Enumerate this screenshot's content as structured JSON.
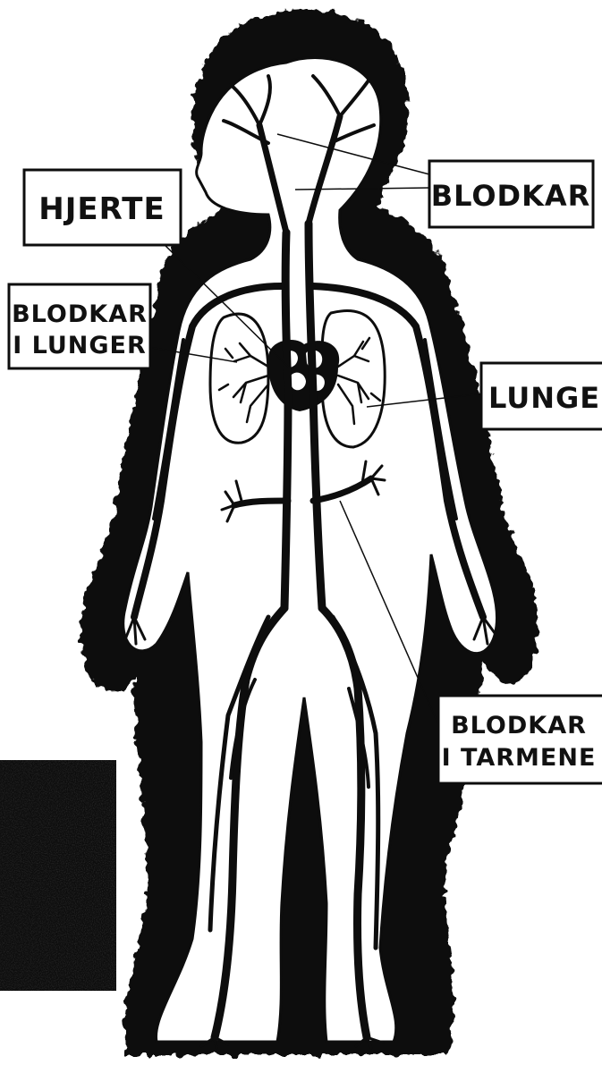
{
  "labels": {
    "heart": "HJERTE",
    "blood_vessels": "BLODKAR",
    "lung_vessels_line1": "BLODKAR",
    "lung_vessels_line2": "I LUNGER",
    "lungs": "LUNGER",
    "intestine_vessels_line1": "BLODKAR",
    "intestine_vessels_line2": "I TARMENE"
  },
  "colors": {
    "ink": "#0d0d0d",
    "paper": "#ffffff"
  }
}
